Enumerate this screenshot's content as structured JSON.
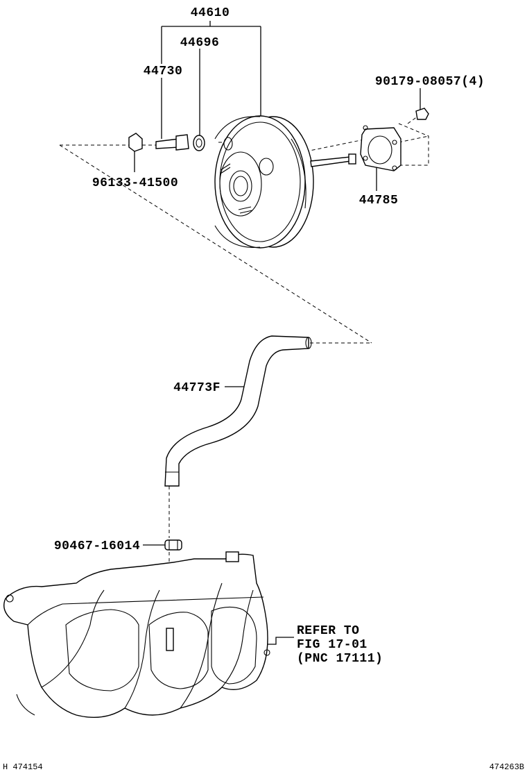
{
  "labels": {
    "booster_assy": "44610",
    "check_valve": "44696",
    "union": "44730",
    "nut": "90179-08057(4)",
    "clip": "96133-41500",
    "gasket": "44785",
    "hose": "44773F",
    "hose_clip": "90467-16014",
    "refer_line1": "REFER TO",
    "refer_line2": "FIG 17-01",
    "refer_line3": "(PNC 17111)"
  },
  "footer": {
    "left_code": "H 474154",
    "right_code": "474263B"
  }
}
